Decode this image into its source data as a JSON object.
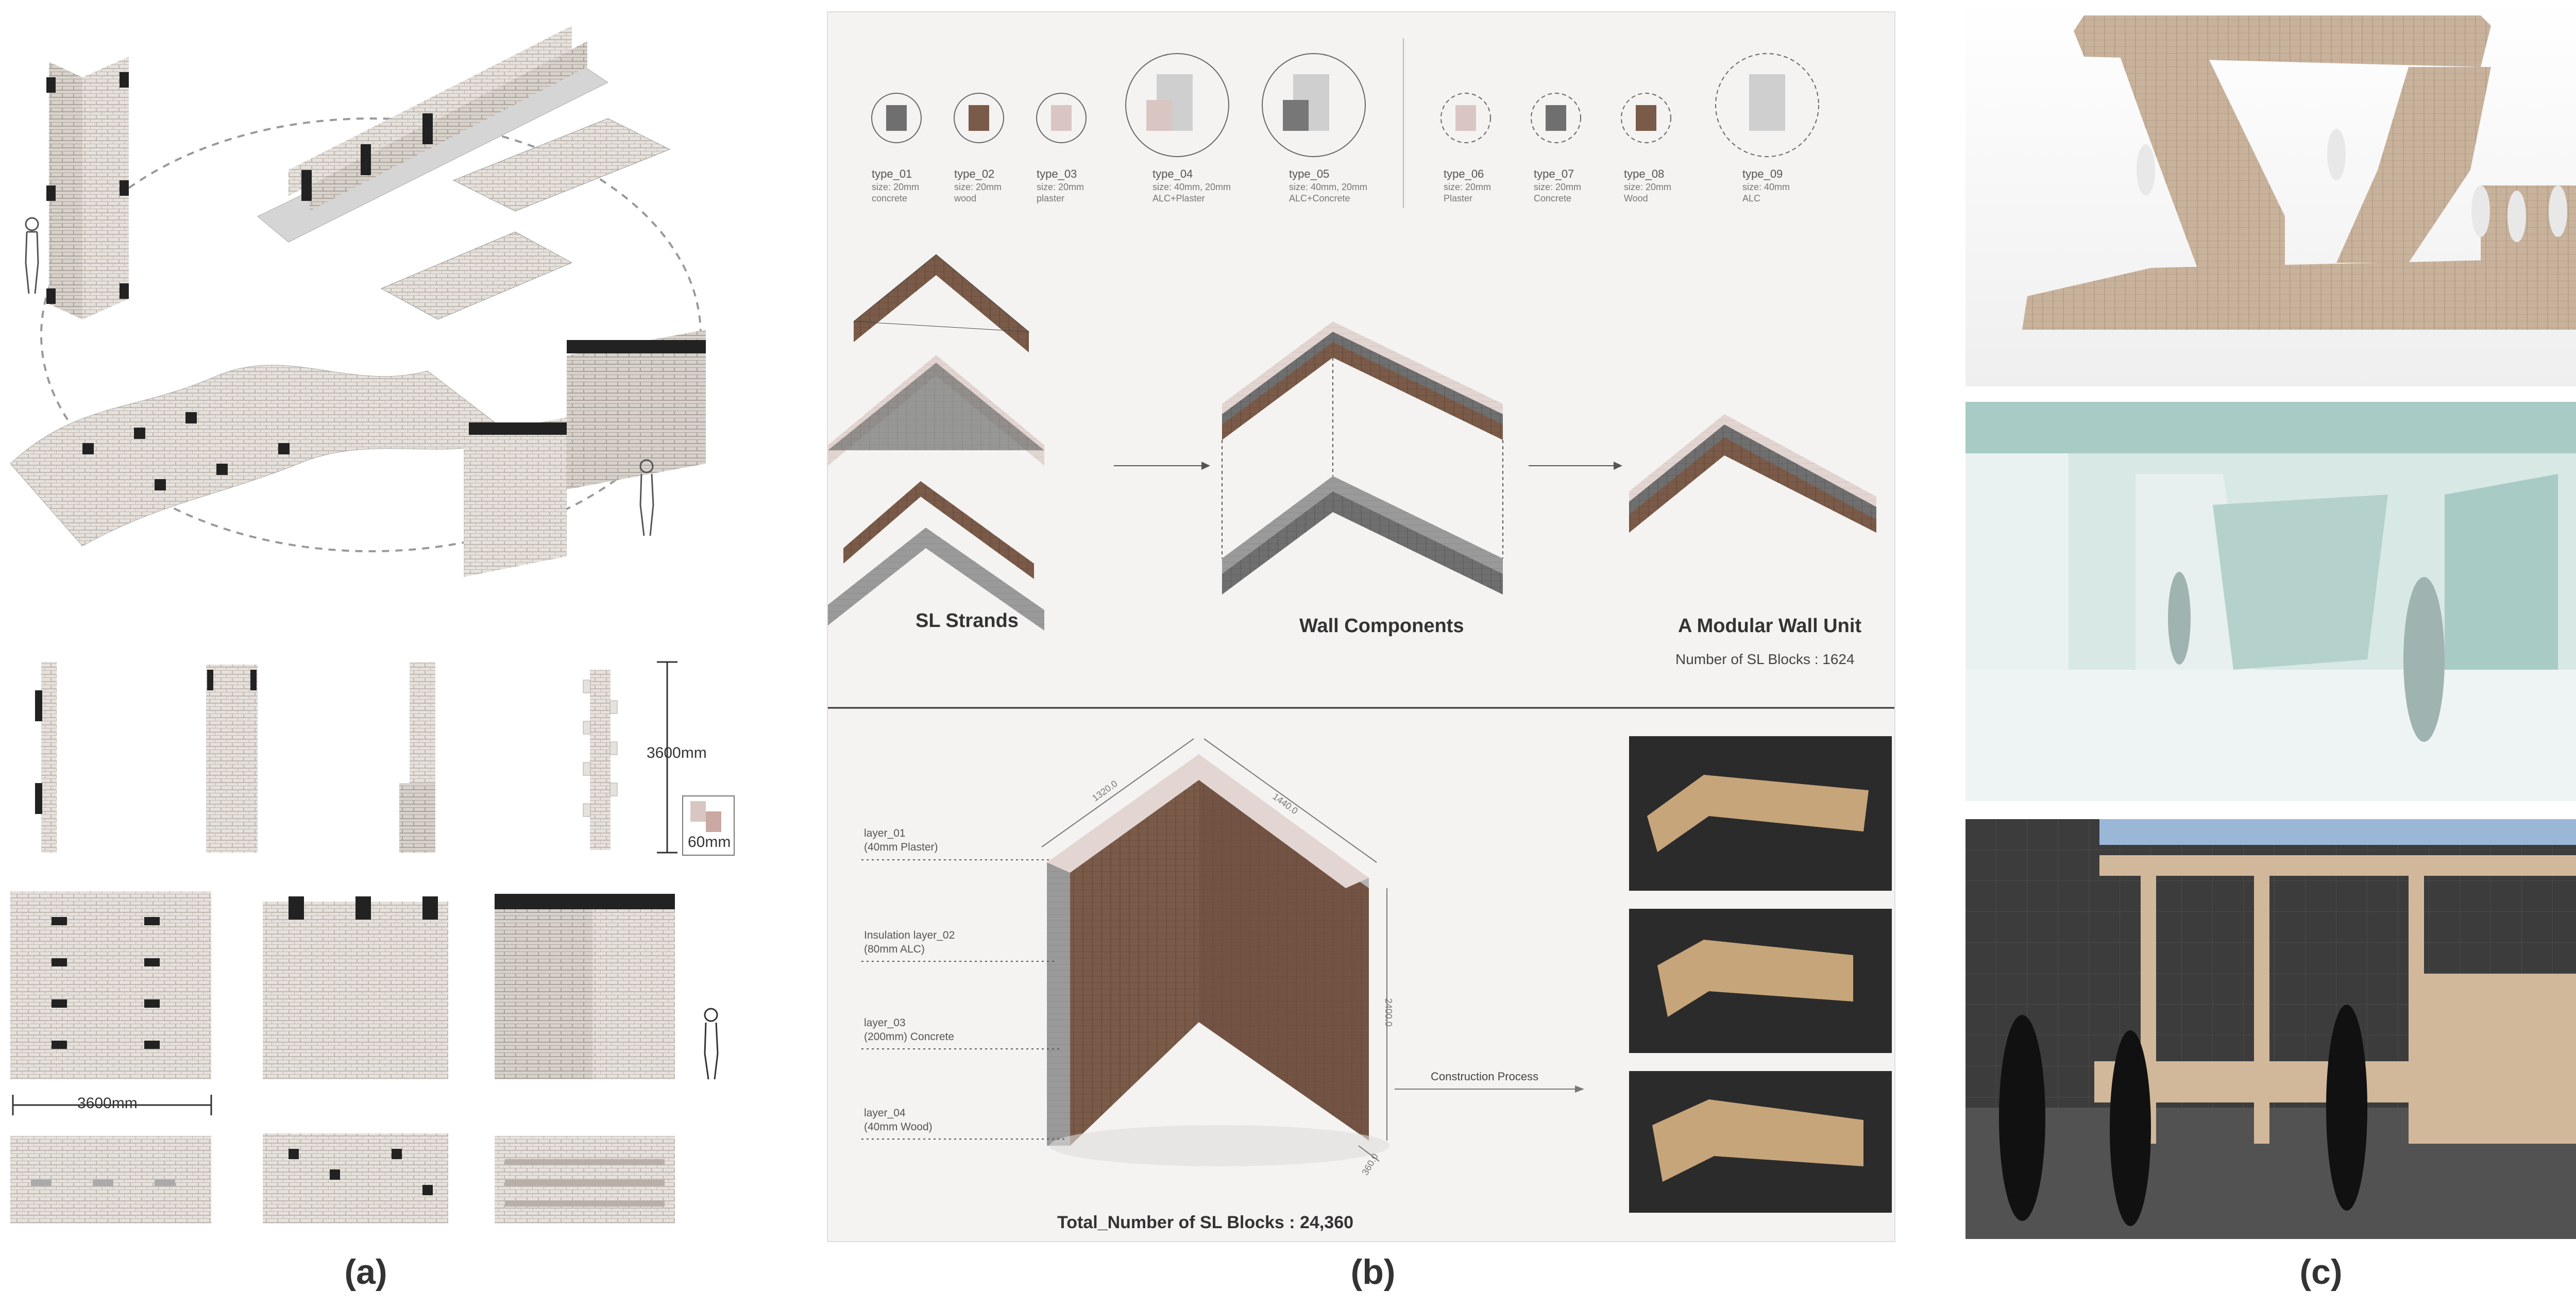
{
  "panels": {
    "a": "(a)",
    "b": "(b)",
    "c": "(c)"
  },
  "panel_a": {
    "height_dim": "3600mm",
    "block_dim": "60mm",
    "width_dim": "3600mm"
  },
  "panel_b": {
    "block_types": [
      {
        "name": "type_01",
        "size": "size: 20mm",
        "material": "concrete"
      },
      {
        "name": "type_02",
        "size": "size: 20mm",
        "material": "wood"
      },
      {
        "name": "type_03",
        "size": "size: 20mm",
        "material": "plaster"
      },
      {
        "name": "type_04",
        "size": "size: 40mm, 20mm",
        "material": "ALC+Plaster"
      },
      {
        "name": "type_05",
        "size": "size: 40mm, 20mm",
        "material": "ALC+Concrete"
      },
      {
        "name": "type_06",
        "size": "size: 20mm",
        "material": "Plaster"
      },
      {
        "name": "type_07",
        "size": "size: 20mm",
        "material": "Concrete"
      },
      {
        "name": "type_08",
        "size": "size: 20mm",
        "material": "Wood"
      },
      {
        "name": "type_09",
        "size": "size: 40mm",
        "material": "ALC"
      }
    ],
    "labels": {
      "strands": "SL Strands",
      "components": "Wall Components",
      "unit": "A Modular Wall Unit",
      "unit_count": "Number of SL Blocks : 1624"
    },
    "layers": [
      {
        "name": "layer_01",
        "detail": "(40mm Plaster)"
      },
      {
        "name": "Insulation layer_02",
        "detail": "(80mm ALC)"
      },
      {
        "name": "layer_03",
        "detail": "(200mm) Concrete"
      },
      {
        "name": "layer_04",
        "detail": "(40mm Wood)"
      }
    ],
    "dims": {
      "d1": "1320.0",
      "d2": "1440.0",
      "d3": "2400.0",
      "d4": "360.0"
    },
    "construction": "Construction Process",
    "total": "Total_Number of SL Blocks : 24,360"
  },
  "colors": {
    "panel_b_bg": "#f4f3f1",
    "concrete": "#6f6f6f",
    "wood": "#7a5a48",
    "plaster": "#d9c6c2",
    "brick": "#e4ded8",
    "render_c2": "#cfe4e0",
    "dark_photo": "#2b2b2b"
  }
}
